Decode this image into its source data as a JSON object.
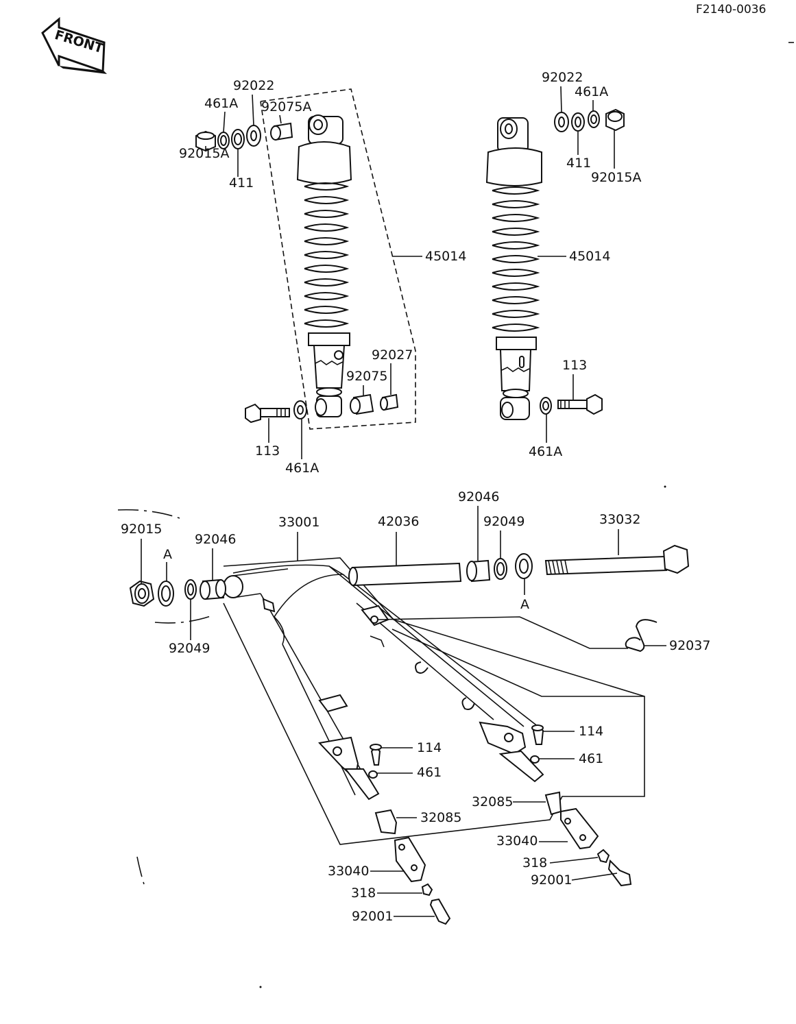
{
  "drawing_code": "F2140-0036",
  "front_arrow_label": "FRONT",
  "parts": {
    "left_shock": {
      "p92022": "92022",
      "p461A_top": "461A",
      "p92075A": "92075A",
      "p92015A": "92015A",
      "p411": "411",
      "p45014": "45014",
      "p92027": "92027",
      "p92075": "92075",
      "p113": "113",
      "p461A_bottom": "461A"
    },
    "right_shock": {
      "p92022": "92022",
      "p461A_top": "461A",
      "p411": "411",
      "p92015A": "92015A",
      "p45014": "45014",
      "p113": "113",
      "p461A_bottom": "461A"
    },
    "swingarm": {
      "p92015": "92015",
      "pA_left": "A",
      "p92046_left": "92046",
      "p92049_left": "92049",
      "p33001": "33001",
      "p42036": "42036",
      "p92046_right": "92046",
      "p92049_right": "92049",
      "p33032": "33032",
      "pA_right": "A",
      "p92037": "92037",
      "p114_left": "114",
      "p461_left": "461",
      "p32085_left": "32085",
      "p33040_left": "33040",
      "p318_left": "318",
      "p92001_left": "92001",
      "p114_right": "114",
      "p461_right": "461",
      "p32085_right": "32085",
      "p33040_right": "33040",
      "p318_right": "318",
      "p92001_right": "92001"
    }
  }
}
